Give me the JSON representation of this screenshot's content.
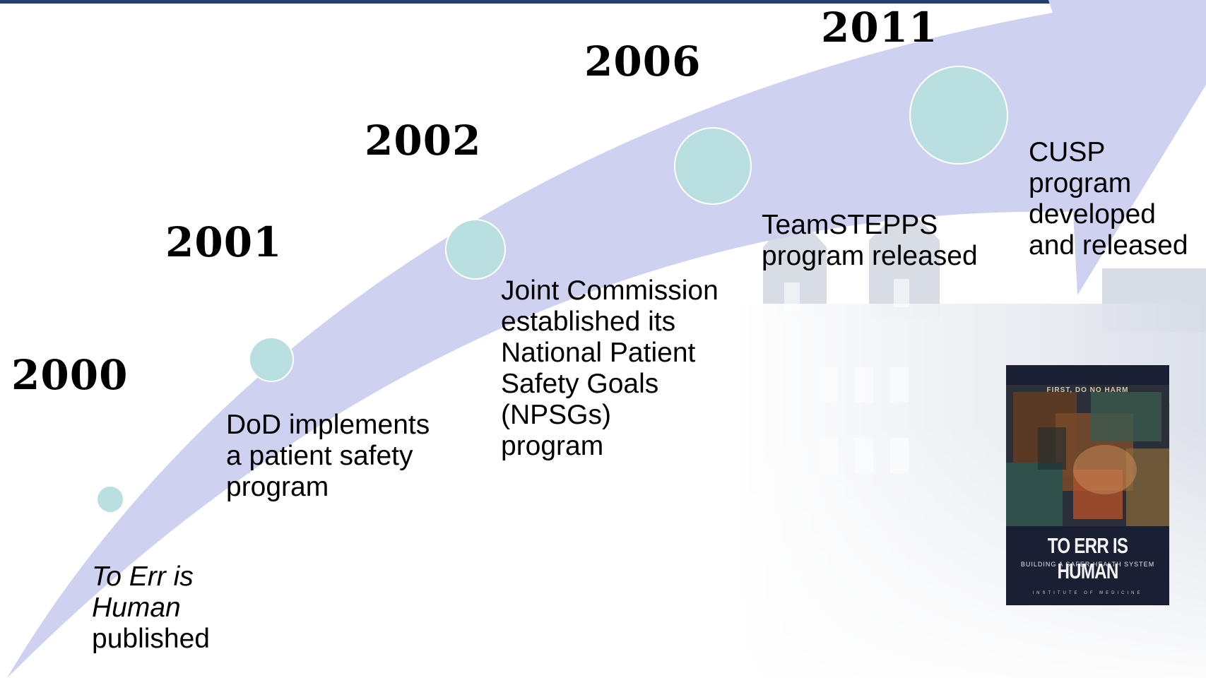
{
  "timeline": [
    {
      "year": "2000",
      "lines": [
        "To Err is",
        "Human",
        "published"
      ],
      "italic_lines": [
        0,
        1
      ]
    },
    {
      "year": "2001",
      "lines": [
        "DoD implements",
        "a patient safety",
        "program"
      ],
      "italic_lines": []
    },
    {
      "year": "2002",
      "lines": [
        "Joint Commission",
        "established its",
        "National Patient",
        "Safety Goals",
        "(NPSGs)",
        "program"
      ],
      "italic_lines": []
    },
    {
      "year": "2006",
      "lines": [
        "TeamSTEPPS",
        "program released"
      ],
      "italic_lines": []
    },
    {
      "year": "2011",
      "lines": [
        "CUSP",
        "program",
        "developed",
        "and released"
      ],
      "italic_lines": []
    }
  ],
  "book": {
    "kicker": "FIRST, DO NO HARM",
    "title": "TO ERR IS HUMAN",
    "subtitle": "BUILDING A SAFER HEALTH SYSTEM",
    "publisher": "INSTITUTE OF MEDICINE"
  },
  "colors": {
    "arrow": "#cfd1f0",
    "node": "#b9dfe0",
    "top_bar": "#1f3f6e",
    "book_bg": "#1b1f34"
  }
}
